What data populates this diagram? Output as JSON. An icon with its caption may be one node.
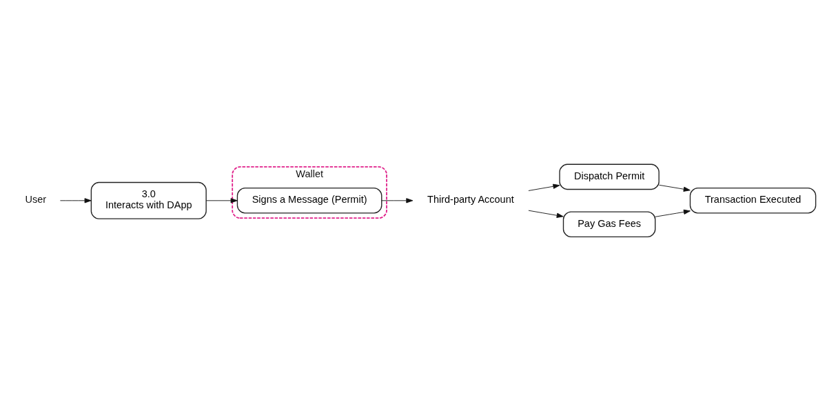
{
  "diagram": {
    "nodes": [
      {
        "text": [
          "User"
        ]
      },
      {
        "text": [
          "3.0",
          "Interacts with DApp"
        ]
      },
      {
        "text": [
          "Wallet"
        ]
      },
      {
        "text": [
          "Signs a Message (Permit)"
        ],
        "in": 2
      },
      {
        "text": [
          "Third-party Account"
        ]
      },
      {
        "text": [
          "Dispatch Permit"
        ]
      },
      {
        "text": [
          "Pay Gas Fees"
        ]
      },
      {
        "text": [
          "Transaction Executed"
        ]
      }
    ],
    "edges": [
      {
        "from": 0,
        "to": 1,
        "arrow": "to"
      },
      {
        "from": 1,
        "to": 3,
        "arrow": "to"
      },
      {
        "from": 3,
        "to": 4,
        "arrow": "to"
      },
      {
        "from": 4,
        "to": 5,
        "arrow": "to"
      },
      {
        "from": 4,
        "to": 6,
        "arrow": "to"
      },
      {
        "from": 5,
        "to": 7,
        "arrow": "to"
      },
      {
        "from": 6,
        "to": 7,
        "arrow": "to"
      }
    ]
  }
}
